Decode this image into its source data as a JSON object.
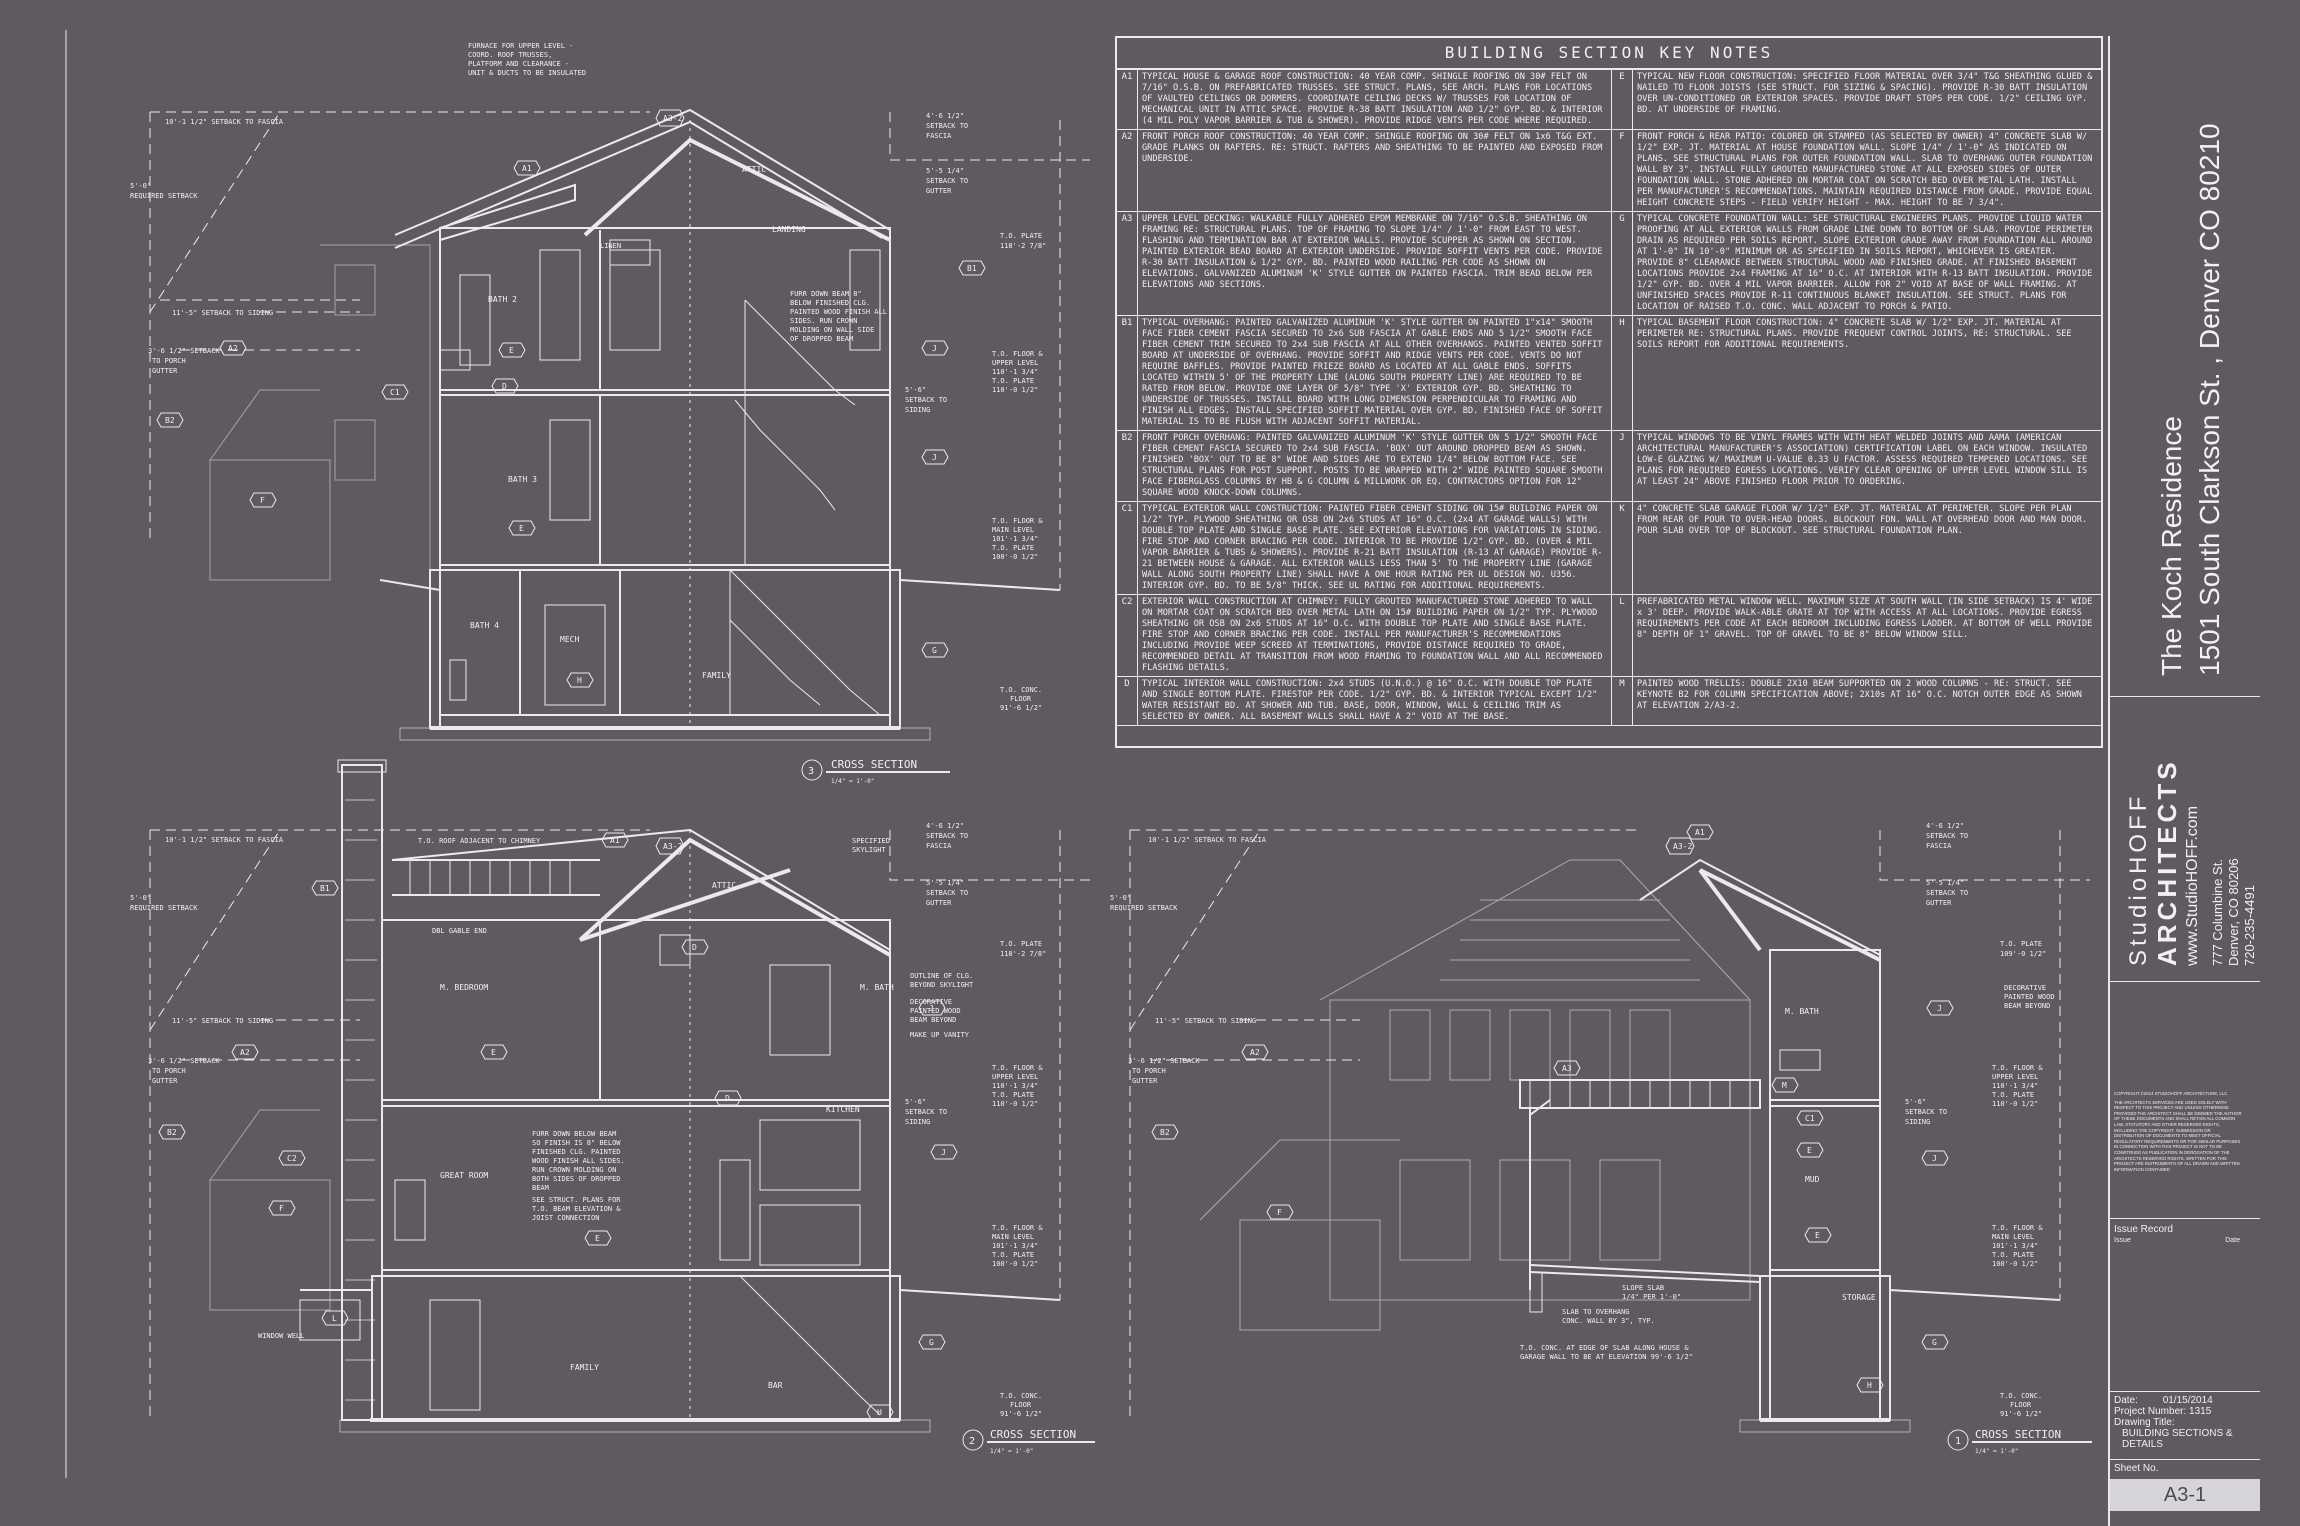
{
  "notes": {
    "title": "BUILDING SECTION KEY NOTES",
    "rows": [
      {
        "lk": "A1",
        "lt": "TYPICAL HOUSE & GARAGE ROOF CONSTRUCTION: 40 YEAR COMP. SHINGLE ROOFING ON 30# FELT ON 7/16\" O.S.B. ON PREFABRICATED TRUSSES. SEE STRUCT. PLANS, SEE ARCH. PLANS FOR LOCATIONS OF VAULTED CEILINGS OR DORMERS. COORDINATE CEILING DECKS W/ TRUSSES FOR LOCATION OF MECHANICAL UNIT IN ATTIC SPACE. PROVIDE R-38 BATT INSULATION AND 1/2\" GYP. BD. & INTERIOR (4 MIL POLY VAPOR BARRIER & TUB & SHOWER). PROVIDE RIDGE VENTS PER CODE WHERE REQUIRED.",
        "rk": "E",
        "rt": "TYPICAL NEW FLOOR CONSTRUCTION: SPECIFIED FLOOR MATERIAL OVER 3/4\" T&G SHEATHING GLUED & NAILED TO FLOOR JOISTS (SEE STRUCT. FOR SIZING & SPACING). PROVIDE R-30 BATT INSULATION OVER UN-CONDITIONED OR EXTERIOR SPACES. PROVIDE DRAFT STOPS PER CODE. 1/2\" CEILING GYP. BD. AT UNDERSIDE OF FRAMING."
      },
      {
        "lk": "A2",
        "lt": "FRONT PORCH ROOF CONSTRUCTION: 40 YEAR COMP. SHINGLE ROOFING ON 30# FELT ON 1x6 T&G EXT. GRADE PLANKS ON RAFTERS. RE: STRUCT. RAFTERS AND SHEATHING TO BE PAINTED AND EXPOSED FROM UNDERSIDE.",
        "rk": "F",
        "rt": "FRONT PORCH & REAR PATIO: COLORED OR STAMPED (AS SELECTED BY OWNER) 4\" CONCRETE SLAB W/ 1/2\" EXP. JT. MATERIAL AT HOUSE FOUNDATION WALL. SLOPE 1/4\" / 1'-0\" AS INDICATED ON PLANS. SEE STRUCTURAL PLANS FOR OUTER FOUNDATION WALL. SLAB TO OVERHANG OUTER FOUNDATION WALL BY 3\". INSTALL FULLY GROUTED MANUFACTURED STONE AT ALL EXPOSED SIDES OF OUTER FOUNDATION WALL. STONE ADHERED ON MORTAR COAT ON SCRATCH BED OVER METAL LATH. INSTALL PER MANUFACTURER'S RECOMMENDATIONS. MAINTAIN REQUIRED DISTANCE FROM GRADE. PROVIDE EQUAL HEIGHT CONCRETE STEPS - FIELD VERIFY HEIGHT - MAX. HEIGHT TO BE 7 3/4\"."
      },
      {
        "lk": "A3",
        "lt": "UPPER LEVEL DECKING: WALKABLE FULLY ADHERED EPDM MEMBRANE ON 7/16\" O.S.B. SHEATHING ON FRAMING RE: STRUCTURAL PLANS. TOP OF FRAMING TO SLOPE 1/4\" / 1'-0\" FROM EAST TO WEST. FLASHING AND TERMINATION BAR AT EXTERIOR WALLS. PROVIDE SCUPPER AS SHOWN ON SECTION. PAINTED EXTERIOR BEAD BOARD AT EXTERIOR UNDERSIDE. PROVIDE SOFFIT VENTS PER CODE. PROVIDE R-30 BATT INSULATION & 1/2\" GYP. BD. PAINTED WOOD RAILING PER CODE AS SHOWN ON ELEVATIONS. GALVANIZED ALUMINUM 'K' STYLE GUTTER ON PAINTED FASCIA. TRIM BEAD BELOW PER ELEVATIONS AND SECTIONS.",
        "rk": "G",
        "rt": "TYPICAL CONCRETE FOUNDATION WALL: SEE STRUCTURAL ENGINEERS PLANS. PROVIDE LIQUID WATER PROOFING AT ALL EXTERIOR WALLS FROM GRADE LINE DOWN TO BOTTOM OF SLAB. PROVIDE PERIMETER DRAIN AS REQUIRED PER SOILS REPORT. SLOPE EXTERIOR GRADE AWAY FROM FOUNDATION ALL AROUND AT 1'-0\" IN 10'-0\" MINIMUM OR AS SPECIFIED IN SOILS REPORT, WHICHEVER IS GREATER. PROVIDE 8\" CLEARANCE BETWEEN STRUCTURAL WOOD AND FINISHED GRADE. AT FINISHED BASEMENT LOCATIONS PROVIDE 2x4 FRAMING AT 16\" O.C. AT INTERIOR WITH R-13 BATT INSULATION. PROVIDE 1/2\" GYP. BD. OVER 4 MIL VAPOR BARRIER. ALLOW FOR 2\" VOID AT BASE OF WALL FRAMING. AT UNFINISHED SPACES PROVIDE R-11 CONTINUOUS BLANKET INSULATION. SEE STRUCT. PLANS FOR LOCATION OF RAISED T.O. CONC. WALL ADJACENT TO PORCH & PATIO."
      },
      {
        "lk": "B1",
        "lt": "TYPICAL OVERHANG: PAINTED GALVANIZED ALUMINUM 'K' STYLE GUTTER ON PAINTED 1\"x14\" SMOOTH FACE FIBER CEMENT FASCIA SECURED TO 2x6 SUB FASCIA AT GABLE ENDS AND 5 1/2\" SMOOTH FACE FIBER CEMENT TRIM SECURED TO 2x4 SUB FASCIA AT ALL OTHER OVERHANGS. PAINTED VENTED SOFFIT BOARD AT UNDERSIDE OF OVERHANG. PROVIDE SOFFIT AND RIDGE VENTS PER CODE. VENTS DO NOT REQUIRE BAFFLES. PROVIDE PAINTED FRIEZE BOARD AS LOCATED AT ALL GABLE ENDS. SOFFITS LOCATED WITHIN 5' OF THE PROPERTY LINE (ALONG SOUTH PROPERTY LINE) ARE REQUIRED TO BE RATED FROM BELOW. PROVIDE ONE LAYER OF 5/8\" TYPE 'X' EXTERIOR GYP. BD. SHEATHING TO UNDERSIDE OF TRUSSES. INSTALL BOARD WITH LONG DIMENSION PERPENDICULAR TO FRAMING AND FINISH ALL EDGES. INSTALL SPECIFIED SOFFIT MATERIAL OVER GYP. BD. FINISHED FACE OF SOFFIT MATERIAL IS TO BE FLUSH WITH ADJACENT SOFFIT MATERIAL.",
        "rk": "H",
        "rt": "TYPICAL BASEMENT FLOOR CONSTRUCTION: 4\" CONCRETE SLAB W/ 1/2\" EXP. JT. MATERIAL AT PERIMETER RE: STRUCTURAL PLANS. PROVIDE FREQUENT CONTROL JOINTS, RE: STRUCTURAL. SEE SOILS REPORT FOR ADDITIONAL REQUIREMENTS."
      },
      {
        "lk": "B2",
        "lt": "FRONT PORCH OVERHANG: PAINTED GALVANIZED ALUMINUM 'K' STYLE GUTTER ON 5 1/2\" SMOOTH FACE FIBER CEMENT FASCIA SECURED TO 2x4 SUB FASCIA. 'BOX' OUT AROUND DROPPED BEAM AS SHOWN. FINISHED 'BOX' OUT TO BE 8\" WIDE AND SIDES ARE TO EXTEND 1/4\" BELOW BOTTOM FACE. SEE STRUCTURAL PLANS FOR POST SUPPORT. POSTS TO BE WRAPPED WITH 2\" WIDE PAINTED SQUARE SMOOTH FACE FIBERGLASS COLUMNS BY HB & G COLUMN & MILLWORK OR EQ. CONTRACTORS OPTION FOR 12\" SQUARE WOOD KNOCK-DOWN COLUMNS.",
        "rk": "J",
        "rt": "TYPICAL WINDOWS TO BE VINYL FRAMES WITH WITH HEAT WELDED JOINTS AND AAMA (AMERICAN ARCHITECTURAL MANUFACTURER'S ASSOCIATION) CERTIFICATION LABEL ON EACH WINDOW. INSULATED LOW-E GLAZING W/ MAXIMUM U-VALUE 0.33 U FACTOR. ASSESS REQUIRED TEMPERED LOCATIONS. SEE PLANS FOR REQUIRED EGRESS LOCATIONS. VERIFY CLEAR OPENING OF UPPER LEVEL WINDOW SILL IS AT LEAST 24\" ABOVE FINISHED FLOOR PRIOR TO ORDERING."
      },
      {
        "lk": "C1",
        "lt": "TYPICAL EXTERIOR WALL CONSTRUCTION: PAINTED FIBER CEMENT SIDING ON 15# BUILDING PAPER ON 1/2\" TYP. PLYWOOD SHEATHING OR OSB ON 2x6 STUDS AT 16\" O.C. (2x4 AT GARAGE WALLS) WITH DOUBLE TOP PLATE AND SINGLE BASE PLATE. SEE EXTERIOR ELEVATIONS FOR VARIATIONS IN SIDING. FIRE STOP AND CORNER BRACING PER CODE. INTERIOR TO BE PROVIDE 1/2\" GYP. BD. (OVER 4 MIL VAPOR BARRIER & TUBS & SHOWERS). PROVIDE R-21 BATT INSULATION (R-13 AT GARAGE) PROVIDE R-21 BETWEEN HOUSE & GARAGE. ALL EXTERIOR WALLS LESS THAN 5' TO THE PROPERTY LINE (GARAGE WALL ALONG SOUTH PROPERTY LINE) SHALL HAVE A ONE HOUR RATING PER UL DESIGN NO. U356. INTERIOR GYP. BD. TO BE 5/8\" THICK. SEE UL RATING FOR ADDITIONAL REQUIREMENTS.",
        "rk": "K",
        "rt": "4\" CONCRETE SLAB GARAGE FLOOR W/ 1/2\" EXP. JT. MATERIAL AT PERIMETER. SLOPE PER PLAN FROM REAR OF POUR TO OVER-HEAD DOORS. BLOCKOUT FDN. WALL AT OVERHEAD DOOR AND MAN DOOR. POUR SLAB OVER TOP OF BLOCKOUT. SEE STRUCTURAL FOUNDATION PLAN."
      },
      {
        "lk": "C2",
        "lt": "EXTERIOR WALL CONSTRUCTION AT CHIMNEY: FULLY GROUTED MANUFACTURED STONE ADHERED TO WALL ON MORTAR COAT ON SCRATCH BED OVER METAL LATH ON 15# BUILDING PAPER ON 1/2\" TYP. PLYWOOD SHEATHING OR OSB ON 2x6 STUDS AT 16\" O.C. WITH DOUBLE TOP PLATE AND SINGLE BASE PLATE. FIRE STOP AND CORNER BRACING PER CODE. INSTALL PER MANUFACTURER'S RECOMMENDATIONS INCLUDING PROVIDE WEEP SCREED AT TERMINATIONS, PROVIDE DISTANCE REQUIRED TO GRADE, RECOMMENDED DETAIL AT TRANSITION FROM WOOD FRAMING TO FOUNDATION WALL AND ALL RECOMMENDED FLASHING DETAILS.",
        "rk": "L",
        "rt": "PREFABRICATED METAL WINDOW WELL. MAXIMUM SIZE AT SOUTH WALL (IN SIDE SETBACK) IS 4' WIDE x 3' DEEP. PROVIDE WALK-ABLE GRATE AT TOP WITH ACCESS AT ALL LOCATIONS. PROVIDE EGRESS REQUIREMENTS PER CODE AT EACH BEDROOM INCLUDING EGRESS LADDER. AT BOTTOM OF WELL PROVIDE 8\" DEPTH OF 1\" GRAVEL. TOP OF GRAVEL TO BE 8\" BELOW WINDOW SILL."
      },
      {
        "lk": "D",
        "lt": "TYPICAL INTERIOR WALL CONSTRUCTION: 2x4 STUDS (U.N.O.) @ 16\" O.C. WITH DOUBLE TOP PLATE AND SINGLE BOTTOM PLATE. FIRESTOP PER CODE. 1/2\" GYP. BD. & INTERIOR TYPICAL EXCEPT 1/2\" WATER RESISTANT BD. AT SHOWER AND TUB. BASE, DOOR, WINDOW, WALL & CEILING TRIM AS SELECTED BY OWNER. ALL BASEMENT WALLS SHALL HAVE A 2\" VOID AT THE BASE.",
        "rk": "M",
        "rt": "PAINTED WOOD TRELLIS: DOUBLE 2X10 BEAM SUPPORTED ON 2 WOOD COLUMNS - RE: STRUCT. SEE KEYNOTE B2 FOR COLUMN SPECIFICATION ABOVE; 2X10s AT 16\" O.C. NOTCH OUTER EDGE AS SHOWN AT ELEVATION 2/A3-2."
      }
    ]
  },
  "project": {
    "name": "The Koch Residence",
    "address": "1501 South Clarkson St. , Denver CO 80210"
  },
  "firm": {
    "name1": "StudioHOFF",
    "name2": "ARCHITECTS",
    "web": "www.StudioHOFF.com",
    "street": "777 Columbine St.",
    "city": "Denver, CO 80206",
    "phone": "720-235-4491"
  },
  "copyright": {
    "head": "COPYRIGHT ©2014 STUDIOHOFF ARCHITECTURE, LLC",
    "body": "THE ARCHITECTS SERVICES ARE USED SOLELY WITH RESPECT TO THIS PROJECT AND UNLESS OTHERWISE PROVIDED THE ARCHITECT SHALL BE DEEMED THE AUTHOR OF THESE DOCUMENTS AND SHALL RETAIN ALL COMMON LAW, STATUTORY AND OTHER RESERVED RIGHTS, INCLUDING THE COPYRIGHT. SUBMISSION OR DISTRIBUTION OF DOCUMENTS TO MEET OFFICIAL REGULATORY REQUIREMENTS OR FOR SIMILAR PURPOSES IN CONNECTION WITH THIS PROJECT IS NOT TO BE CONSTRUED AS PUBLICATION IN DEROGATION OF THE ARCHITECTS RESERVED RIGHTS. WRITTEN FOR THIS PROJECT ARE INSTRUMENTS OF ALL DRAWN AND WRITTEN INFORMATION CONTAINED"
  },
  "issue": {
    "title": "Issue Record",
    "col1": "Issue",
    "col2": "Date"
  },
  "sheet": {
    "date_label": "Date:",
    "date": "01/15/2014",
    "project_number": "Project Number: 1315",
    "drawing_title_label": "Drawing Title:",
    "drawing_title": "BUILDING SECTIONS & DETAILS",
    "sheet_no_label": "Sheet No.",
    "sheet_no": "A3-1"
  },
  "sections": [
    {
      "num": "3",
      "title": "CROSS SECTION",
      "scale": "1/4\" = 1'-0\""
    },
    {
      "num": "2",
      "title": "CROSS SECTION",
      "scale": "1/4\" = 1'-0\""
    },
    {
      "num": "1",
      "title": "CROSS SECTION",
      "scale": "1/4\" = 1'-0\""
    }
  ],
  "rooms": {
    "attic": "ATTIC",
    "landing": "LANDING",
    "linen": "LINEN",
    "bath2": "BATH 2",
    "bath3": "BATH 3",
    "bath4": "BATH 4",
    "mech": "MECH",
    "family": "FAMILY",
    "attic2": "ATTIC",
    "mbedroom": "M. BEDROOM",
    "mbath": "M. BATH",
    "kitchen": "KITCHEN",
    "greatroom": "GREAT ROOM",
    "family2": "FAMILY",
    "bar": "BAR",
    "mbath3": "M. BATH",
    "mud": "MUD",
    "storage": "STORAGE"
  },
  "levels": {
    "plate": "T.O. PLATE",
    "floor_upper": "T.O. FLOOR & UPPER LEVEL",
    "floor_main": "T.O. FLOOR & MAIN LEVEL",
    "conc": "T.O. CONC. FLOOR",
    "v_plate_up": "118'-2 7/8\"",
    "v_upper": "110'-1 3/4\"",
    "v_upper2": "110'-0 1/2\"",
    "v_main": "101'-1 3/4\"",
    "v_main2": "100'-0 1/2\"",
    "v_conc": "91'-6 1/2\"",
    "v_plate": "109'-0 1/2\""
  },
  "anno": {
    "furnace": "FURNACE FOR UPPER LEVEL - COORD. ROOF TRUSSES, PLATFORM AND CLEARANCE - UNIT & DUCTS TO BE INSULATED",
    "setback_fascia": "10'-1 1/2\" SETBACK TO FASCIA",
    "req_setback": "5'-0\" REQUIRED SETBACK",
    "setback_siding": "11'-5\" SETBACK TO SIDING",
    "setback_porch": "3'-6 1/2\" SETBACK TO PORCH GUTTER",
    "furr": "FURR DOWN BEAM 8\" BELOW FINISHED CLG. PAINTED WOOD FINISH ALL SIDES. RUN CROWN MOLDING ON WALL SIDE OF DROPPED BEAM",
    "roof_chimney": "T.O. ROOF ADJACENT TO CHIMNEY",
    "skylight": "SPECIFIED SKYLIGHT",
    "gable": "DBL GABLE END",
    "outline_clg": "OUTLINE OF CLG. BEYOND SKYLIGHT",
    "deco": "DECORATIVE PAINTED WOOD BEAM BEYOND",
    "vanity": "MAKE UP VANITY",
    "furr2": "FURR DOWN BELOW BEAM SO FINISH IS 8\" BELOW FINISHED CLG. PAINTED WOOD FINISH ALL SIDES. RUN CROWN MOLDING ON BOTH SIDES OF DROPPED BEAM",
    "struct": "SEE STRUCT. PLANS FOR T.O. BEAM ELEVATION & JOIST CONNECTION",
    "window_well": "WINDOW WELL",
    "slope_slab": "SLOPE SLAB 1/4\" PER 1'-0\"",
    "slab_over": "SLAB TO OVERHANG CONC. WALL BY 3\", TYP.",
    "conc_edge": "T.O. CONC. AT EDGE OF SLAB ALONG HOUSE & GARAGE WALL TO BE AT ELEVATION 99'-6 1/2\"",
    "deco2": "DECORATIVE PAINTED WOOD BEAM BEYOND"
  }
}
